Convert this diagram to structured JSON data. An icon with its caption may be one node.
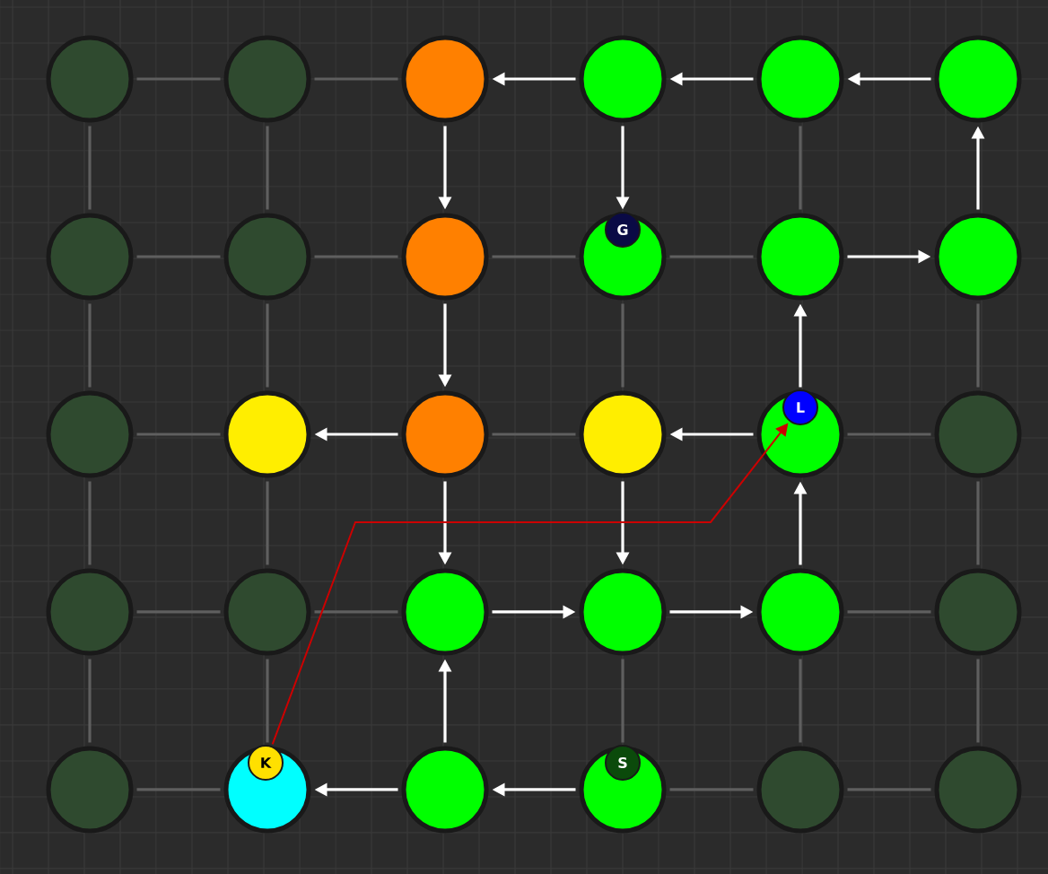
{
  "diagram": {
    "nodes": [
      {
        "text": [],
        "shape": "circle"
      },
      {
        "text": [],
        "shape": "circle"
      },
      {
        "text": [],
        "shape": "circle"
      },
      {
        "text": [],
        "shape": "circle"
      },
      {
        "text": [],
        "shape": "circle"
      },
      {
        "text": [],
        "shape": "circle"
      },
      {
        "text": [],
        "shape": "circle"
      },
      {
        "text": [],
        "shape": "circle"
      },
      {
        "text": [],
        "shape": "circle"
      },
      {
        "text": [],
        "shape": "circle"
      },
      {
        "text": [],
        "shape": "circle"
      },
      {
        "text": [],
        "shape": "circle"
      },
      {
        "text": [],
        "shape": "circle"
      },
      {
        "text": [],
        "shape": "circle"
      },
      {
        "text": [],
        "shape": "circle"
      },
      {
        "text": [],
        "shape": "circle"
      },
      {
        "text": [],
        "shape": "circle"
      },
      {
        "text": [],
        "shape": "circle"
      },
      {
        "text": [],
        "shape": "circle"
      },
      {
        "text": [],
        "shape": "circle"
      },
      {
        "text": [],
        "shape": "circle"
      },
      {
        "text": [],
        "shape": "circle"
      },
      {
        "text": [],
        "shape": "circle"
      },
      {
        "text": [],
        "shape": "circle"
      },
      {
        "text": [],
        "shape": "circle"
      },
      {
        "text": [],
        "shape": "circle"
      },
      {
        "text": [],
        "shape": "circle"
      },
      {
        "text": [],
        "shape": "circle"
      },
      {
        "text": [],
        "shape": "circle"
      },
      {
        "text": [],
        "shape": "circle"
      },
      {
        "text": [
          "G"
        ],
        "in": 9
      },
      {
        "text": [
          "L"
        ],
        "in": 16
      },
      {
        "text": [
          "K"
        ],
        "in": 25
      },
      {
        "text": [
          "S"
        ],
        "in": 27
      }
    ],
    "edges": [
      {
        "from": 0,
        "to": 1,
        "arrow": "none"
      },
      {
        "from": 1,
        "to": 2,
        "arrow": "none"
      },
      {
        "from": 5,
        "to": 4,
        "arrow": "to",
        "color": "#ffffff"
      },
      {
        "from": 4,
        "to": 3,
        "arrow": "to",
        "color": "#ffffff"
      },
      {
        "from": 3,
        "to": 2,
        "arrow": "to",
        "color": "#ffffff"
      },
      {
        "from": 6,
        "to": 7,
        "arrow": "none"
      },
      {
        "from": 7,
        "to": 8,
        "arrow": "none"
      },
      {
        "from": 8,
        "to": 9,
        "arrow": "none"
      },
      {
        "from": 9,
        "to": 10,
        "arrow": "none"
      },
      {
        "from": 10,
        "to": 11,
        "arrow": "to",
        "color": "#ffffff"
      },
      {
        "from": 12,
        "to": 13,
        "arrow": "none"
      },
      {
        "from": 14,
        "to": 13,
        "arrow": "to",
        "color": "#ffffff"
      },
      {
        "from": 16,
        "to": 15,
        "arrow": "to",
        "color": "#ffffff"
      },
      {
        "from": 16,
        "to": 17,
        "arrow": "none"
      },
      {
        "from": 14,
        "to": 15,
        "arrow": "none"
      },
      {
        "from": 18,
        "to": 19,
        "arrow": "none"
      },
      {
        "from": 19,
        "to": 20,
        "arrow": "none"
      },
      {
        "from": 20,
        "to": 21,
        "arrow": "to",
        "color": "#ffffff"
      },
      {
        "from": 21,
        "to": 22,
        "arrow": "to",
        "color": "#ffffff"
      },
      {
        "from": 22,
        "to": 23,
        "arrow": "none"
      },
      {
        "from": 24,
        "to": 25,
        "arrow": "none"
      },
      {
        "from": 26,
        "to": 25,
        "arrow": "to",
        "color": "#ffffff"
      },
      {
        "from": 27,
        "to": 26,
        "arrow": "to",
        "color": "#ffffff"
      },
      {
        "from": 27,
        "to": 28,
        "arrow": "none"
      },
      {
        "from": 28,
        "to": 29,
        "arrow": "none"
      },
      {
        "from": 0,
        "to": 6,
        "arrow": "none"
      },
      {
        "from": 6,
        "to": 12,
        "arrow": "none"
      },
      {
        "from": 12,
        "to": 18,
        "arrow": "none"
      },
      {
        "from": 18,
        "to": 24,
        "arrow": "none"
      },
      {
        "from": 1,
        "to": 7,
        "arrow": "none"
      },
      {
        "from": 7,
        "to": 13,
        "arrow": "none"
      },
      {
        "from": 13,
        "to": 19,
        "arrow": "none"
      },
      {
        "from": 19,
        "to": 25,
        "arrow": "none"
      },
      {
        "from": 2,
        "to": 8,
        "arrow": "to",
        "color": "#ffffff"
      },
      {
        "from": 8,
        "to": 14,
        "arrow": "to",
        "color": "#ffffff"
      },
      {
        "from": 14,
        "to": 20,
        "arrow": "to",
        "color": "#ffffff"
      },
      {
        "from": 26,
        "to": 20,
        "arrow": "to",
        "color": "#ffffff"
      },
      {
        "from": 3,
        "to": 9,
        "arrow": "to",
        "color": "#ffffff"
      },
      {
        "from": 9,
        "to": 15,
        "arrow": "none"
      },
      {
        "from": 15,
        "to": 21,
        "arrow": "to",
        "color": "#ffffff"
      },
      {
        "from": 21,
        "to": 27,
        "arrow": "none"
      },
      {
        "from": 4,
        "to": 10,
        "arrow": "none"
      },
      {
        "from": 16,
        "to": 10,
        "arrow": "to",
        "color": "#ffffff"
      },
      {
        "from": 22,
        "to": 16,
        "arrow": "to",
        "color": "#ffffff"
      },
      {
        "from": 22,
        "to": 28,
        "arrow": "none"
      },
      {
        "from": 11,
        "to": 5,
        "arrow": "to",
        "color": "#ffffff"
      },
      {
        "from": 11,
        "to": 17,
        "arrow": "none"
      },
      {
        "from": 17,
        "to": 23,
        "arrow": "none"
      },
      {
        "from": 23,
        "to": 29,
        "arrow": "none"
      },
      {
        "from": 32,
        "to": 31,
        "arrow": "to",
        "color": "#cc0000"
      }
    ]
  }
}
